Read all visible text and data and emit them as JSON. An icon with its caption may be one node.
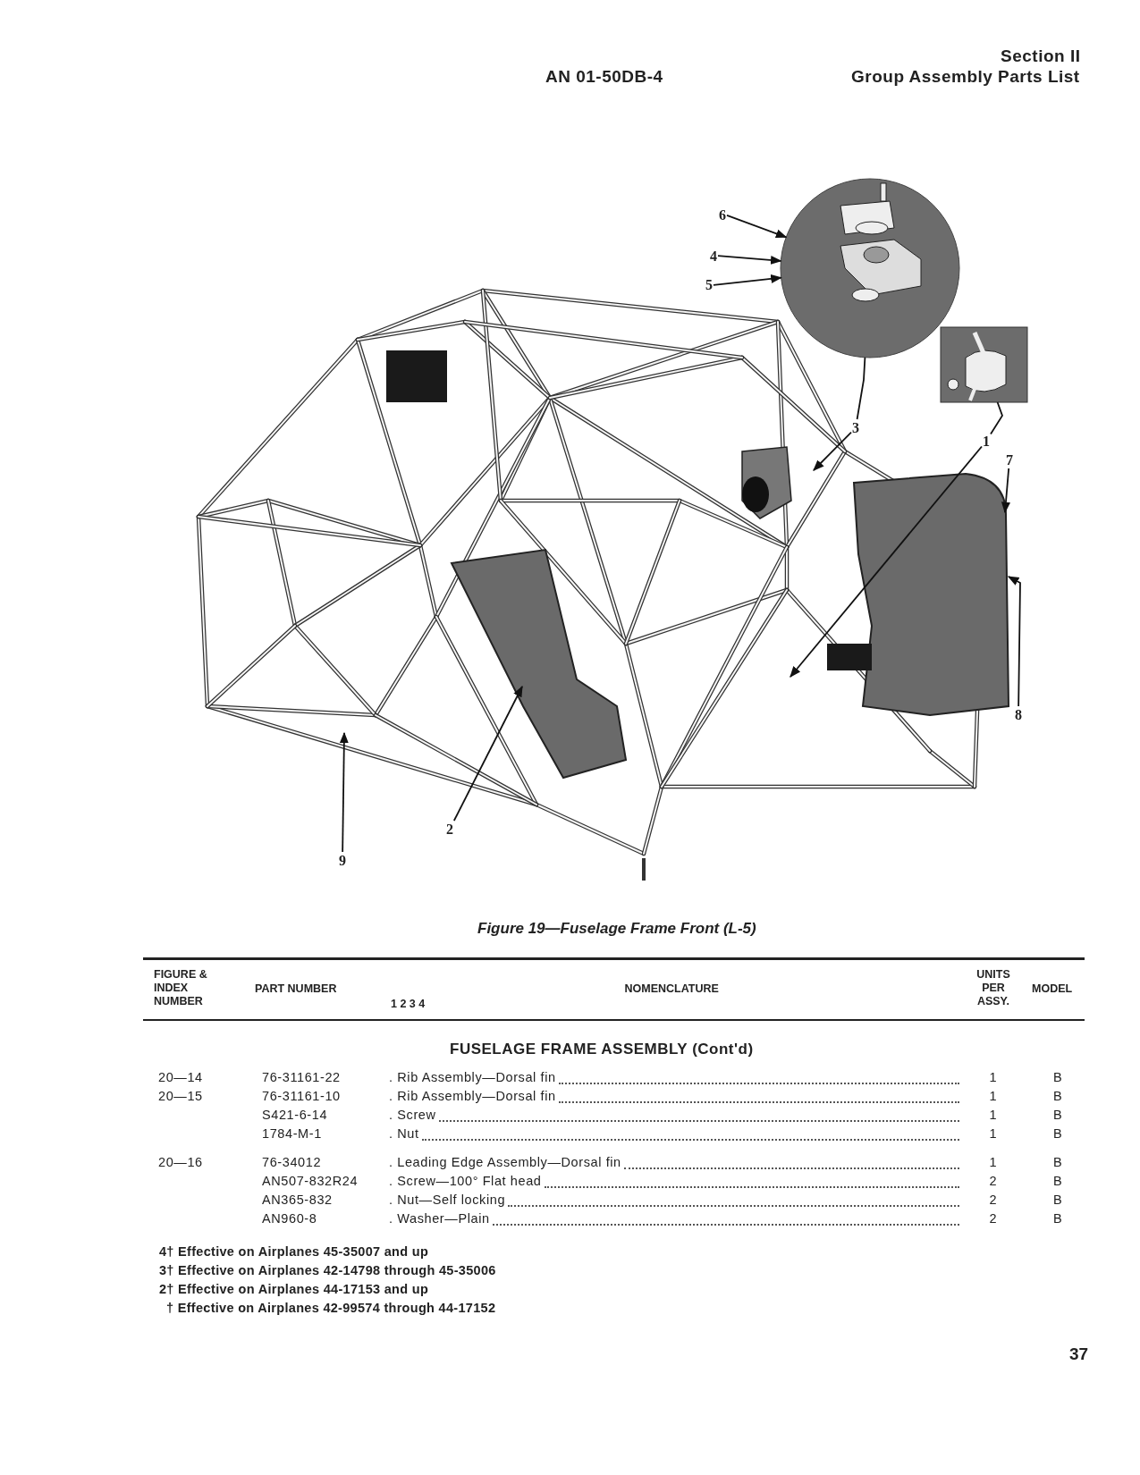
{
  "diagram": {
    "caption": "Figure 19—Fuselage Frame Front (L-5)",
    "nodes": [
      {
        "text": [],
        "shape": "circle"
      },
      {
        "text": [
          "6"
        ]
      },
      {
        "text": [
          "4"
        ]
      },
      {
        "text": [
          "5"
        ]
      },
      {
        "text": [],
        "shape": "box"
      },
      {
        "text": [
          "3"
        ]
      },
      {
        "text": [
          "1"
        ]
      },
      {
        "text": [
          "7"
        ]
      },
      {
        "text": [
          "8"
        ]
      },
      {
        "text": [
          "2"
        ]
      },
      {
        "text": [
          "9"
        ]
      }
    ],
    "edges": [
      {
        "from": 1,
        "to": 0,
        "arrow": "to"
      },
      {
        "from": 2,
        "to": 0,
        "arrow": "to"
      },
      {
        "from": 3,
        "to": 0,
        "arrow": "to"
      },
      {
        "from": 5,
        "to": 0,
        "arrow": "none"
      },
      {
        "from": 5,
        "to": null,
        "arrow": "to"
      },
      {
        "from": 6,
        "to": 4,
        "arrow": "none"
      },
      {
        "from": 6,
        "to": null,
        "arrow": "to"
      },
      {
        "from": 7,
        "to": null,
        "arrow": "to"
      },
      {
        "from": 8,
        "to": null,
        "arrow": "to"
      },
      {
        "from": 9,
        "to": null,
        "arrow": "to"
      },
      {
        "from": 10,
        "to": null,
        "arrow": "to"
      }
    ],
    "labels": [
      "Section II",
      "AN 01-50DB-4",
      "Group Assembly Parts List",
      "FIGURE & INDEX NUMBER",
      "PART NUMBER",
      "1 2 3 4",
      "NOMENCLATURE",
      "UNITS PER ASSY.",
      "MODEL",
      "FUSELAGE FRAME ASSEMBLY (Cont'd)",
      "20—14",
      "76-31161-22",
      ". Rib Assembly—Dorsal fin",
      "1",
      "B",
      "20—15",
      "76-31161-10",
      ". Rib Assembly—Dorsal fin",
      "1",
      "B",
      "S421-6-14",
      ". Screw",
      "1",
      "B",
      "1784-M-1",
      ". Nut",
      "1",
      "B",
      "20—16",
      "76-34012",
      ". Leading Edge Assembly—Dorsal fin",
      "1",
      "B",
      "AN507-832R24",
      ". Screw—100° Flat head",
      "2",
      "B",
      "AN365-832",
      ". Nut—Self locking",
      "2",
      "B",
      "AN960-8",
      ". Washer—Plain",
      "2",
      "B",
      "4† Effective on Airplanes 45-35007 and up",
      "3† Effective on Airplanes 42-14798 through 45-35006",
      "2† Effective on Airplanes 44-17153 and up",
      "† Effective on Airplanes 42-99574 through 44-17152",
      "37"
    ]
  }
}
